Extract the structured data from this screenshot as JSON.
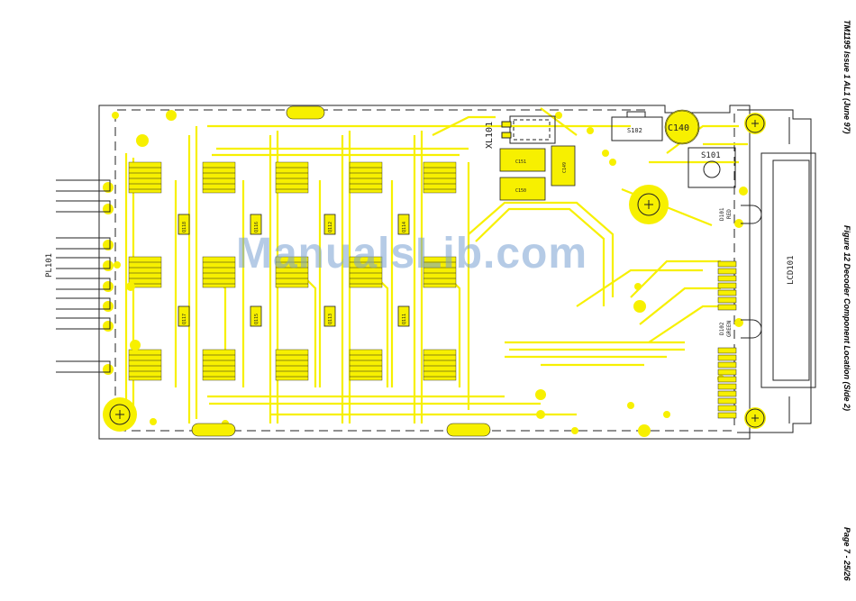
{
  "side_text": {
    "doc_ref": "TM1195 Issue 1 AL1 (June 97)",
    "figure_title": "Figure 12 Decoder Component Location (Side 2)",
    "page_number": "Page 7 - 25/26"
  },
  "watermark": "ManualsLib.com",
  "labels": {
    "pl101": "PL101",
    "xl101": "XL101",
    "s102": "S102",
    "c140": "C140",
    "s101": "S101",
    "c151": "C151",
    "c150": "C150",
    "c149": "C149",
    "lcd101": "LCD101",
    "d101_ref": "D101",
    "d101_color": "RED",
    "d102_ref": "D102",
    "d102_color": "GREEN",
    "q118": "Q118",
    "q116": "Q116",
    "q112": "Q112",
    "q114": "Q114",
    "q117": "Q117",
    "q115": "Q115",
    "q113": "Q113",
    "q111": "Q111"
  },
  "colors": {
    "copper": "#f7f000",
    "outline": "#222222",
    "background": "#ffffff"
  }
}
